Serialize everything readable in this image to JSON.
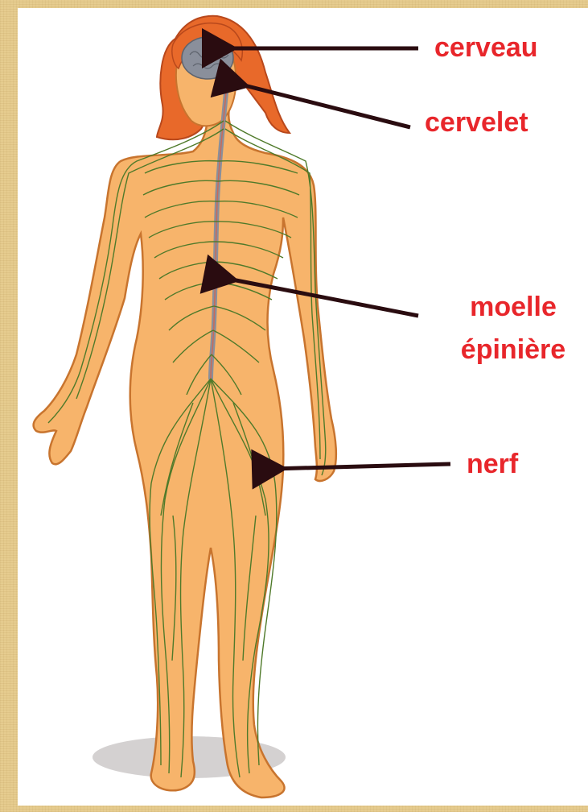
{
  "labels": {
    "cerveau": "cerveau",
    "cervelet": "cervelet",
    "moelle_line1": "moelle",
    "moelle_line2": "épinière",
    "nerf": "nerf"
  },
  "colors": {
    "label_red": "#e8262b",
    "arrow": "#2a0c10",
    "skin": "#f7b46b",
    "skin_outline": "#c8742e",
    "hair": "#e8692a",
    "nerve": "#4f7a2a",
    "brain": "#8a8f9b",
    "background_frame": "#e6cc8f"
  }
}
